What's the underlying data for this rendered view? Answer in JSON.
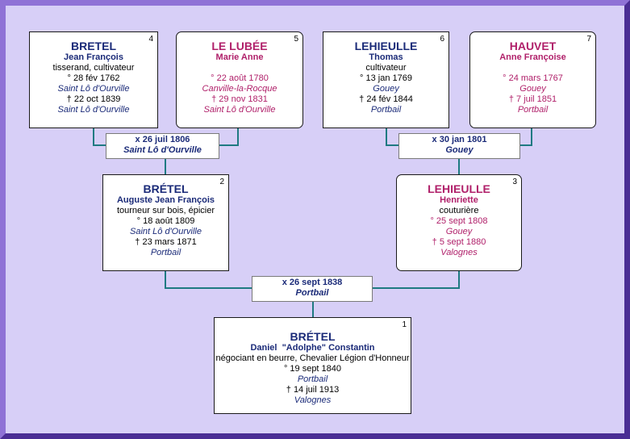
{
  "persons": {
    "p4": {
      "num": "4",
      "surname": "BRETEL",
      "given": "Jean François",
      "occupation": "tisserand, cultivateur",
      "birth": "° 28 fév 1762",
      "birth_place": "Saint Lô d'Ourville",
      "death": "† 22 oct 1839",
      "death_place": "Saint Lô d'Ourville"
    },
    "p5": {
      "num": "5",
      "surname": "LE LUBÉE",
      "given": "Marie Anne",
      "occupation": "",
      "birth": "° 22 août 1780",
      "birth_place": "Canville-la-Rocque",
      "death": "† 29 nov 1831",
      "death_place": "Saint Lô d'Ourville"
    },
    "p6": {
      "num": "6",
      "surname": "LEHIEULLE",
      "given": "Thomas",
      "occupation": "cultivateur",
      "birth": "° 13 jan 1769",
      "birth_place": "Gouey",
      "death": "† 24 fév 1844",
      "death_place": "Portbail"
    },
    "p7": {
      "num": "7",
      "surname": "HAUVET",
      "given": "Anne Françoise",
      "occupation": "",
      "birth": "° 24 mars 1767",
      "birth_place": "Gouey",
      "death": "† 7 juil 1851",
      "death_place": "Portbail"
    },
    "p2": {
      "num": "2",
      "surname": "BRÉTEL",
      "given": "Auguste Jean François",
      "occupation": "tourneur sur bois, épicier",
      "birth": "° 18 août 1809",
      "birth_place": "Saint Lô d'Ourville",
      "death": "† 23 mars 1871",
      "death_place": "Portbail"
    },
    "p3": {
      "num": "3",
      "surname": "LEHIEULLE",
      "given": "Henriette",
      "occupation": "couturière",
      "birth": "° 25 sept 1808",
      "birth_place": "Gouey",
      "death": "† 5 sept 1880",
      "death_place": "Valognes"
    },
    "p1": {
      "num": "1",
      "surname": "BRÉTEL",
      "given": "Daniel  \"Adolphe\" Constantin",
      "occupation": "négociant en beurre, Chevalier Légion d'Honneur",
      "birth": "° 19 sept 1840",
      "birth_place": "Portbail",
      "death": "† 14 juil 1913",
      "death_place": "Valognes"
    }
  },
  "marriages": {
    "m45": {
      "date": "x 26 juil 1806",
      "place": "Saint Lô d'Ourville"
    },
    "m67": {
      "date": "x 30 jan 1801",
      "place": "Gouey"
    },
    "m23": {
      "date": "x 26 sept 1838",
      "place": "Portbail"
    }
  },
  "colors": {
    "background": "#d7cff7",
    "frame": "#8f72d6",
    "male": "#1a2a78",
    "female": "#b0206a",
    "connector": "#1f7a82"
  }
}
